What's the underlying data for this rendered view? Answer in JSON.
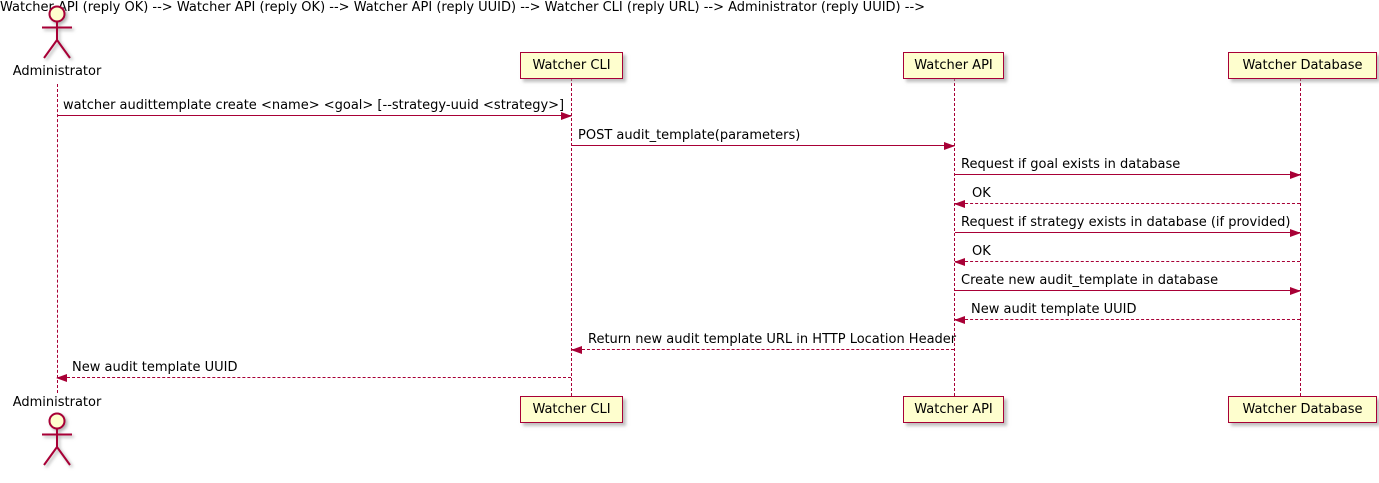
{
  "diagram": {
    "type": "uml-sequence-diagram",
    "colors": {
      "participant_fill": "#FEFECE",
      "line_and_border": "#A80036",
      "text": "#000000",
      "background": "#FFFFFF"
    },
    "actor_label": "Administrator",
    "participants": [
      {
        "label": "Watcher CLI"
      },
      {
        "label": "Watcher API"
      },
      {
        "label": "Watcher Database"
      }
    ],
    "messages": [
      {
        "from": "Administrator",
        "to": "Watcher CLI",
        "style": "solid",
        "label": "watcher audittemplate create <name> <goal> [--strategy-uuid <strategy>]"
      },
      {
        "from": "Watcher CLI",
        "to": "Watcher API",
        "style": "solid",
        "label": "POST audit_template(parameters)"
      },
      {
        "from": "Watcher API",
        "to": "Watcher Database",
        "style": "solid",
        "label": "Request if goal exists in database"
      },
      {
        "from": "Watcher Database",
        "to": "Watcher API",
        "style": "dashed",
        "label": "OK"
      },
      {
        "from": "Watcher API",
        "to": "Watcher Database",
        "style": "solid",
        "label": "Request if strategy exists in database (if provided)"
      },
      {
        "from": "Watcher Database",
        "to": "Watcher API",
        "style": "dashed",
        "label": "OK"
      },
      {
        "from": "Watcher API",
        "to": "Watcher Database",
        "style": "solid",
        "label": "Create new audit_template in database"
      },
      {
        "from": "Watcher Database",
        "to": "Watcher API",
        "style": "dashed",
        "label": "New audit template UUID"
      },
      {
        "from": "Watcher API",
        "to": "Watcher CLI",
        "style": "dashed",
        "label": "Return new audit template URL in HTTP Location Header"
      },
      {
        "from": "Watcher CLI",
        "to": "Administrator",
        "style": "dashed",
        "label": "New audit template UUID"
      }
    ]
  }
}
